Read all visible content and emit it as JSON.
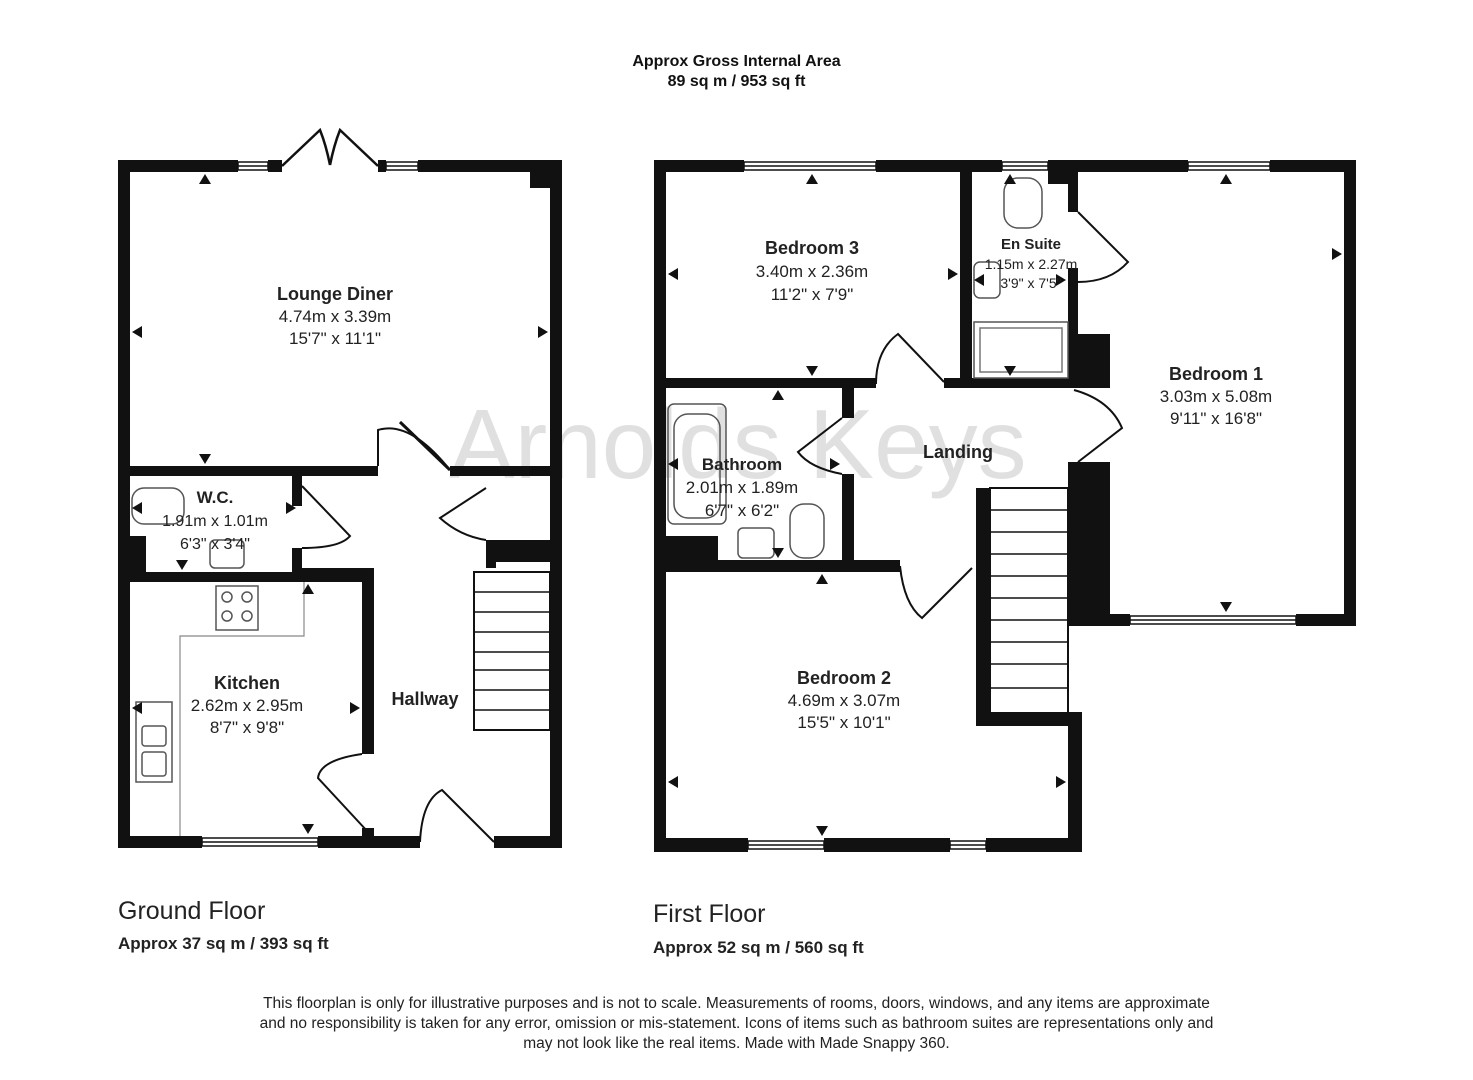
{
  "header": {
    "line1": "Approx Gross Internal Area",
    "line2": "89 sq m / 953 sq ft"
  },
  "watermark": "Arnolds Keys",
  "floors": {
    "ground": {
      "name": "Ground Floor",
      "area": "Approx 37 sq m / 393 sq ft"
    },
    "first": {
      "name": "First Floor",
      "area": "Approx 52 sq m / 560 sq ft"
    }
  },
  "rooms": {
    "lounge": {
      "name": "Lounge Diner",
      "metric": "4.74m x 3.39m",
      "imperial": "15'7\" x 11'1\""
    },
    "wc": {
      "name": "W.C.",
      "metric": "1.91m x 1.01m",
      "imperial": "6'3\" x 3'4\""
    },
    "kitchen": {
      "name": "Kitchen",
      "metric": "2.62m x 2.95m",
      "imperial": "8'7\" x 9'8\""
    },
    "hallway": {
      "name": "Hallway"
    },
    "bedroom3": {
      "name": "Bedroom 3",
      "metric": "3.40m x 2.36m",
      "imperial": "11'2\" x 7'9\""
    },
    "ensuite": {
      "name": "En Suite",
      "metric": "1.15m x 2.27m",
      "imperial": "3'9\" x 7'5\""
    },
    "bedroom1": {
      "name": "Bedroom 1",
      "metric": "3.03m x 5.08m",
      "imperial": "9'11\" x 16'8\""
    },
    "bathroom": {
      "name": "Bathroom",
      "metric": "2.01m x 1.89m",
      "imperial": "6'7\" x 6'2\""
    },
    "landing": {
      "name": "Landing"
    },
    "bedroom2": {
      "name": "Bedroom 2",
      "metric": "4.69m x 3.07m",
      "imperial": "15'5\" x 10'1\""
    }
  },
  "disclaimer": {
    "line1": "This floorplan is only for illustrative purposes and is not to scale. Measurements of rooms, doors, windows, and any items are approximate",
    "line2": "and no responsibility is taken for any error, omission or mis-statement. Icons of items such as bathroom suites are representations only and",
    "line3": "may not look like the real items. Made with Made Snappy 360."
  },
  "colors": {
    "wall": "#111111",
    "fixture": "#777777",
    "text": "#222222"
  }
}
